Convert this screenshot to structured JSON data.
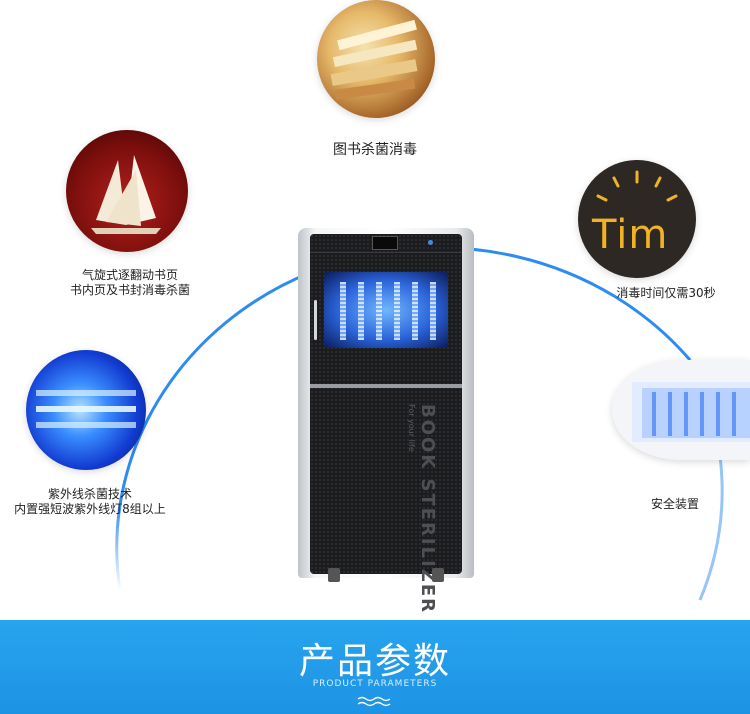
{
  "features": {
    "top": {
      "label": "图书杀菌消毒",
      "image": "book-pages-photo"
    },
    "upper_left": {
      "line1": "气旋式逐翻动书页",
      "line2": "书内页及书封消毒杀菌",
      "image": "open-book-photo"
    },
    "upper_right": {
      "label": "消毒时间仅需30秒",
      "image": "clock-time-graphic",
      "graphic_text": "Tim"
    },
    "lower_left": {
      "line1": "紫外线杀菌技术",
      "line2": "内置强短波紫外线灯8组以上",
      "image": "uv-light-photo"
    },
    "lower_right": {
      "label": "安全装置",
      "image": "sterilizer-chamber-photo"
    }
  },
  "machine": {
    "vertical_text_main": "BOOK STERILIZER",
    "vertical_text_small": "For your life"
  },
  "section": {
    "title": "产品参数",
    "subtitle": "PRODUCT PARAMETERS"
  },
  "colors": {
    "accent_blue": "#1e93e4",
    "arc_blue": "#2d8cf0"
  }
}
